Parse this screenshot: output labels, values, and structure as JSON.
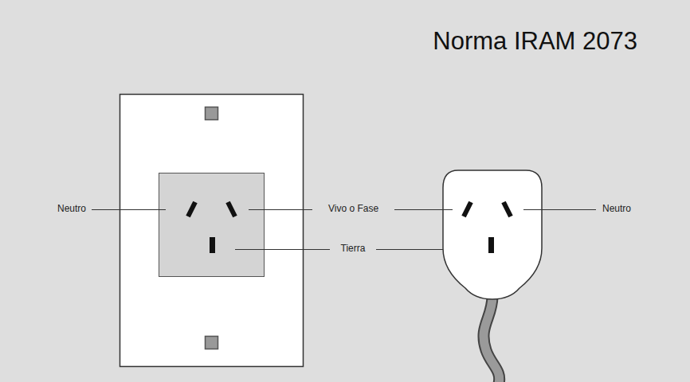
{
  "diagram": {
    "title": "Norma IRAM 2073",
    "labels": [
      "Neutro",
      "Vivo o Fase",
      "Tierra",
      "Neutro"
    ]
  }
}
